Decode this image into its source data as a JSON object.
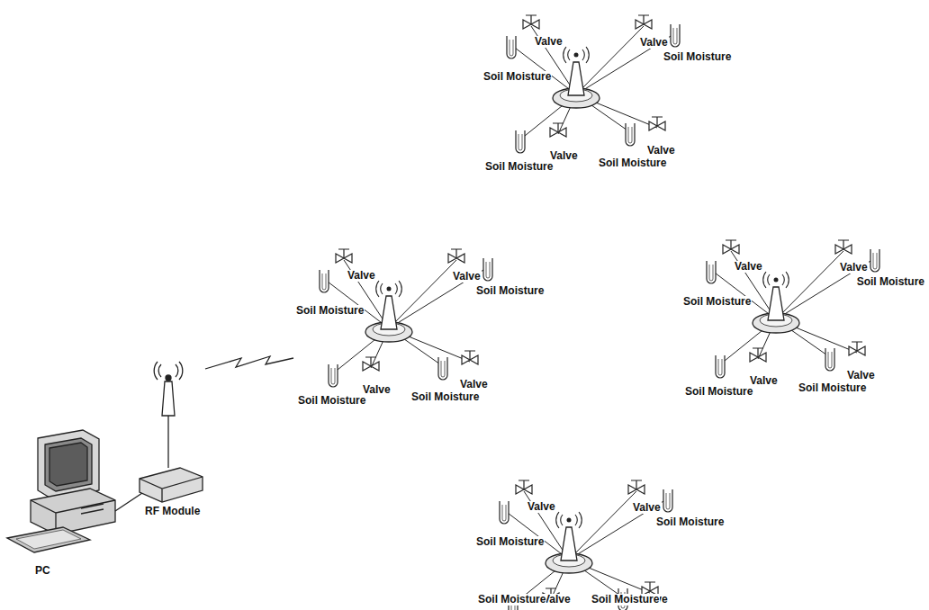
{
  "diagram": {
    "labels": [
      "Valve",
      "Soil Moisture",
      "Valve",
      "Soil Moisture",
      "Valve",
      "Soil Moisture",
      "Valve",
      "Soil Moisture",
      "Valve",
      "Soil Moisture",
      "Valve",
      "Soil Moisture",
      "Valve",
      "Soil Moisture",
      "Valve",
      "Soil Moisture",
      "Valve",
      "Soil Moisture",
      "Valve",
      "Soil Moisture",
      "Valve",
      "Soil Moisture",
      "Valve",
      "Soil Moisture",
      "Valve",
      "Soil Moisture",
      "Valve",
      "Soil Moisture",
      "Valve",
      "Soil Moisture",
      "Valve",
      "Soil Moisture",
      "RF Module",
      "PC"
    ]
  }
}
